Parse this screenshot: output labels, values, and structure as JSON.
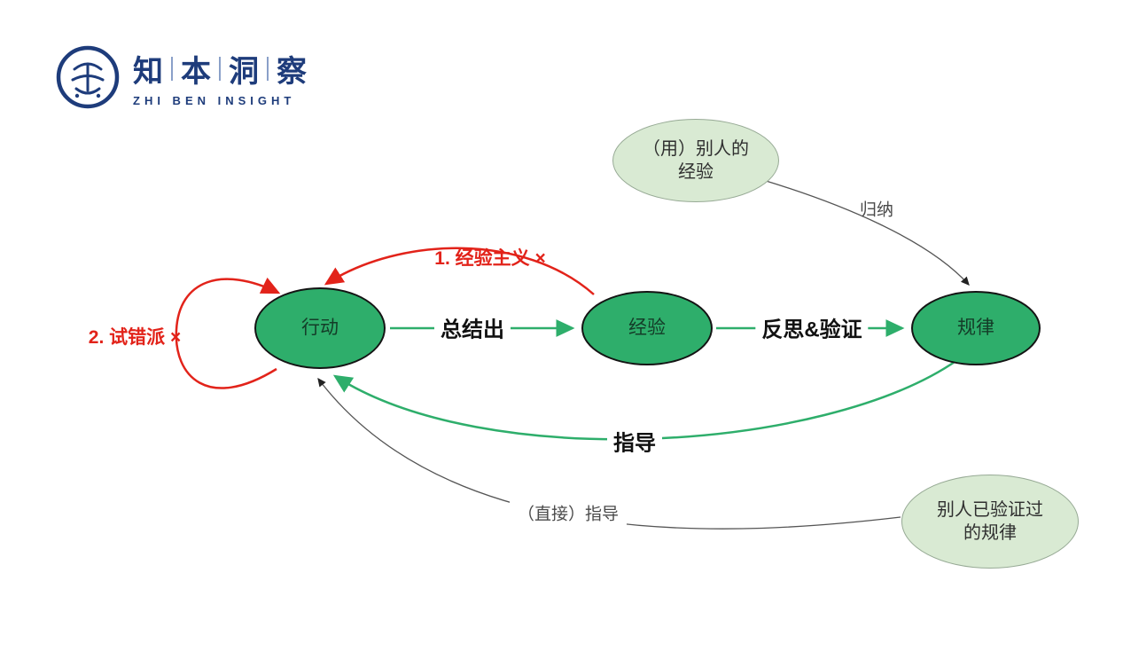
{
  "colors": {
    "node_green": "#2eae6b",
    "node_border": "#141414",
    "light_green": "#d9ead3",
    "light_green_border": "#97aa95",
    "arrow_green": "#2eae6b",
    "arrow_red": "#e2231a",
    "arrow_gray": "#555555",
    "brand_navy": "#1e3c7b"
  },
  "logo": {
    "chars": [
      "知",
      "本",
      "洞",
      "察"
    ],
    "subtitle": "ZHI BEN INSIGHT"
  },
  "nodes": {
    "action": {
      "label": "行动"
    },
    "experience": {
      "label": "经验"
    },
    "law": {
      "label": "规律"
    },
    "others_experience": {
      "label": "（用）别人的\n经验"
    },
    "others_law": {
      "label": "别人已验证过\n的规律"
    }
  },
  "edges": {
    "summarize": {
      "label": "总结出"
    },
    "reflect_verify": {
      "label": "反思&验证"
    },
    "guide": {
      "label": "指导"
    },
    "induce": {
      "label": "归纳"
    },
    "direct_guide": {
      "label": "（直接）指导"
    },
    "empiricism": {
      "label": "1. 经验主义 ×"
    },
    "trial_error": {
      "label": "2. 试错派 ×"
    }
  }
}
